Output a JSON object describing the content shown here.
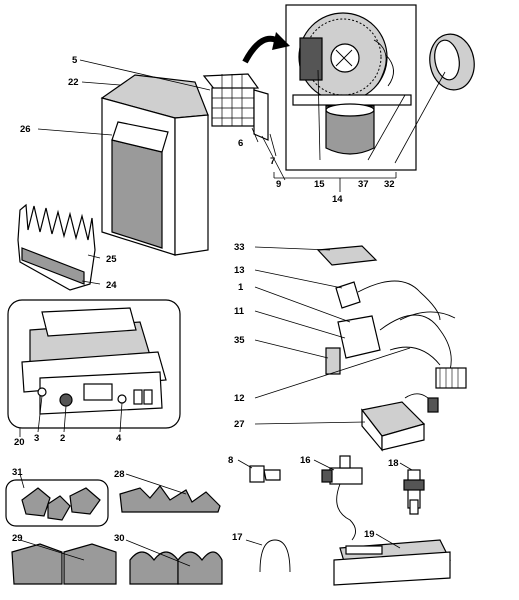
{
  "labels": {
    "l1": "1",
    "l2": "2",
    "l3": "3",
    "l4": "4",
    "l5": "5",
    "l6": "6",
    "l7": "7",
    "l8": "8",
    "l9": "9",
    "l11": "11",
    "l12": "12",
    "l13": "13",
    "l14": "14",
    "l15": "15",
    "l16": "16",
    "l17": "17",
    "l18": "18",
    "l19": "19",
    "l20": "20",
    "l22": "22",
    "l24": "24",
    "l25": "25",
    "l26": "26",
    "l27": "27",
    "l28": "28",
    "l29": "29",
    "l30": "30",
    "l31": "31",
    "l32": "32",
    "l33": "33",
    "l35": "35",
    "l37": "37"
  }
}
